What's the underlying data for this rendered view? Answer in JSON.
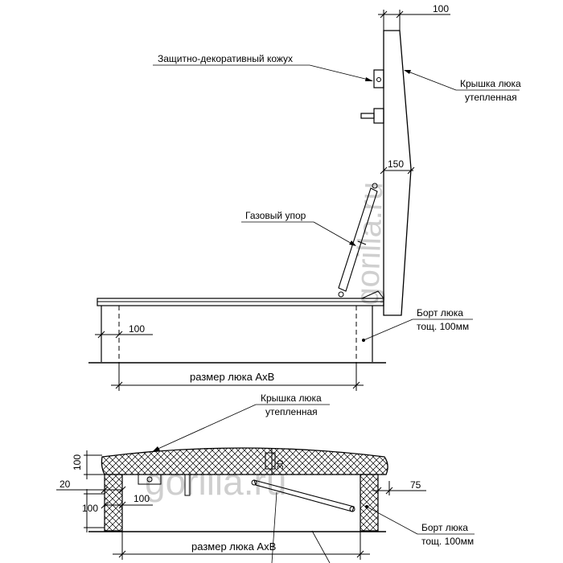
{
  "callouts": {
    "cover_protective": "Защитно-декоративный кожух",
    "lid_insulated_1": "Крышка люка",
    "lid_insulated_2": "утепленная",
    "gas_strut": "Газовый упор",
    "curb_1": "Борт люка",
    "curb_2": "тощ. 100мм",
    "lower_lid_1": "Крышка люка",
    "lower_lid_2": "утепленная",
    "lower_curb_1": "Борт люка",
    "lower_curb_2": "тощ. 100мм"
  },
  "dimensions": {
    "top_100": "100",
    "top_150": "150",
    "upper_100": "100",
    "upper_size": "размер люка AxB",
    "lower_100_lid": "100",
    "lower_20": "20",
    "lower_100_side": "100",
    "lower_100_inner": "100",
    "lower_75": "75",
    "lower_30": "30",
    "lower_size": "размер люка AxB"
  },
  "watermark": {
    "upper": "gorilla.ru",
    "lower": "gorilla.ru"
  },
  "colors": {
    "line": "#000000",
    "hatch": "#000000",
    "curb_hatch_bg": "#ffffff",
    "watermark": "#cfcfcf"
  }
}
